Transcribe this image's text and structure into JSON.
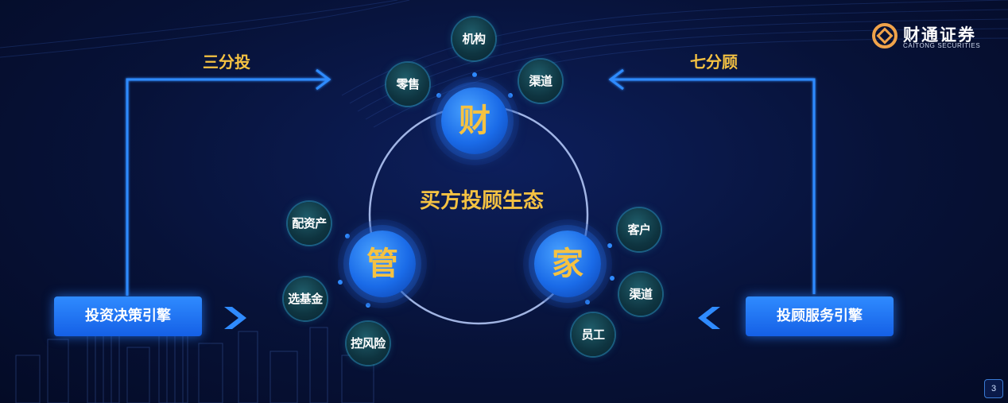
{
  "logo": {
    "name_cn": "财通证券",
    "name_en": "CAITONG SECURITIES"
  },
  "labels": {
    "left_route": "三分投",
    "right_route": "七分顾"
  },
  "engines": {
    "left": "投资决策引擎",
    "right": "投顾服务引擎"
  },
  "center_title": "买方投顾生态",
  "hubs": {
    "top": "财",
    "left": "管",
    "right": "家"
  },
  "nodes": {
    "cai": [
      "零售",
      "机构",
      "渠道"
    ],
    "guan": [
      "配资产",
      "选基金",
      "控风险"
    ],
    "jia": [
      "客户",
      "渠道",
      "员工"
    ]
  },
  "page_number": "3",
  "colors": {
    "accent_gold": "#f5c242",
    "accent_blue": "#2f8bff",
    "background": "#071238"
  }
}
